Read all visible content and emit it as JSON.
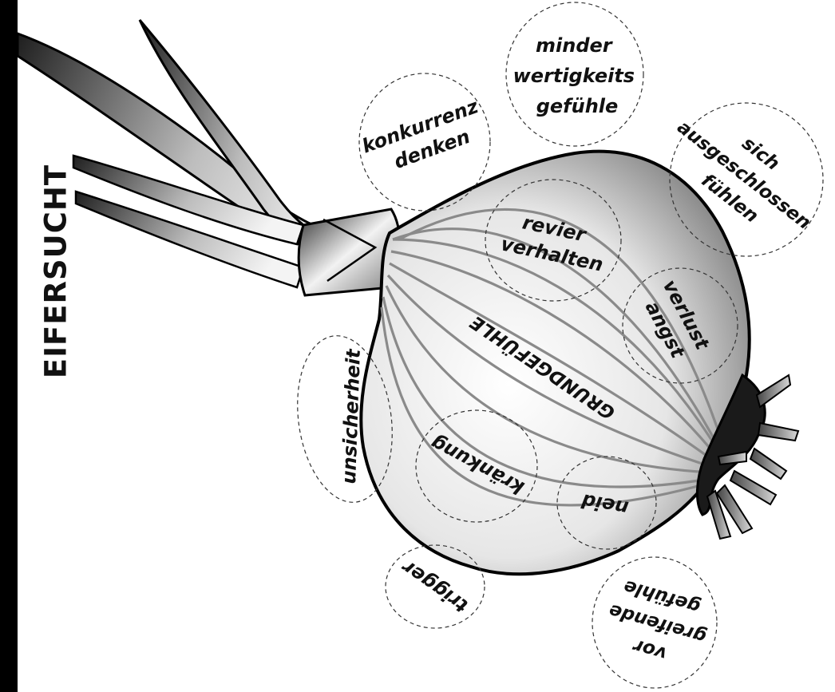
{
  "title": "EIFERSUCHT",
  "core_label": "GRUNDGEFÜHLE",
  "inner_bubbles": [
    {
      "id": "revier",
      "lines": [
        "revier",
        "verhalten"
      ]
    },
    {
      "id": "verlust",
      "lines": [
        "verlust",
        "angst"
      ]
    },
    {
      "id": "kraenkung",
      "lines": [
        "kränkung"
      ]
    },
    {
      "id": "neid",
      "lines": [
        "neid"
      ]
    }
  ],
  "outer_bubbles": [
    {
      "id": "konkurrenz",
      "lines": [
        "konkurrenz",
        "denken"
      ]
    },
    {
      "id": "minder",
      "lines": [
        "minder",
        "wertigkeits",
        "gefühle"
      ]
    },
    {
      "id": "ausgeschlossen",
      "lines": [
        "sich",
        "ausgeschlossen",
        "fühlen"
      ]
    },
    {
      "id": "unsicherheit",
      "lines": [
        "unsicherheit"
      ]
    },
    {
      "id": "trigger",
      "lines": [
        "trigger"
      ]
    },
    {
      "id": "vorgreifende",
      "lines": [
        "vor",
        "greifende",
        "gefühle"
      ]
    }
  ],
  "colors": {
    "ink": "#111111",
    "sidebar": "#000000"
  }
}
